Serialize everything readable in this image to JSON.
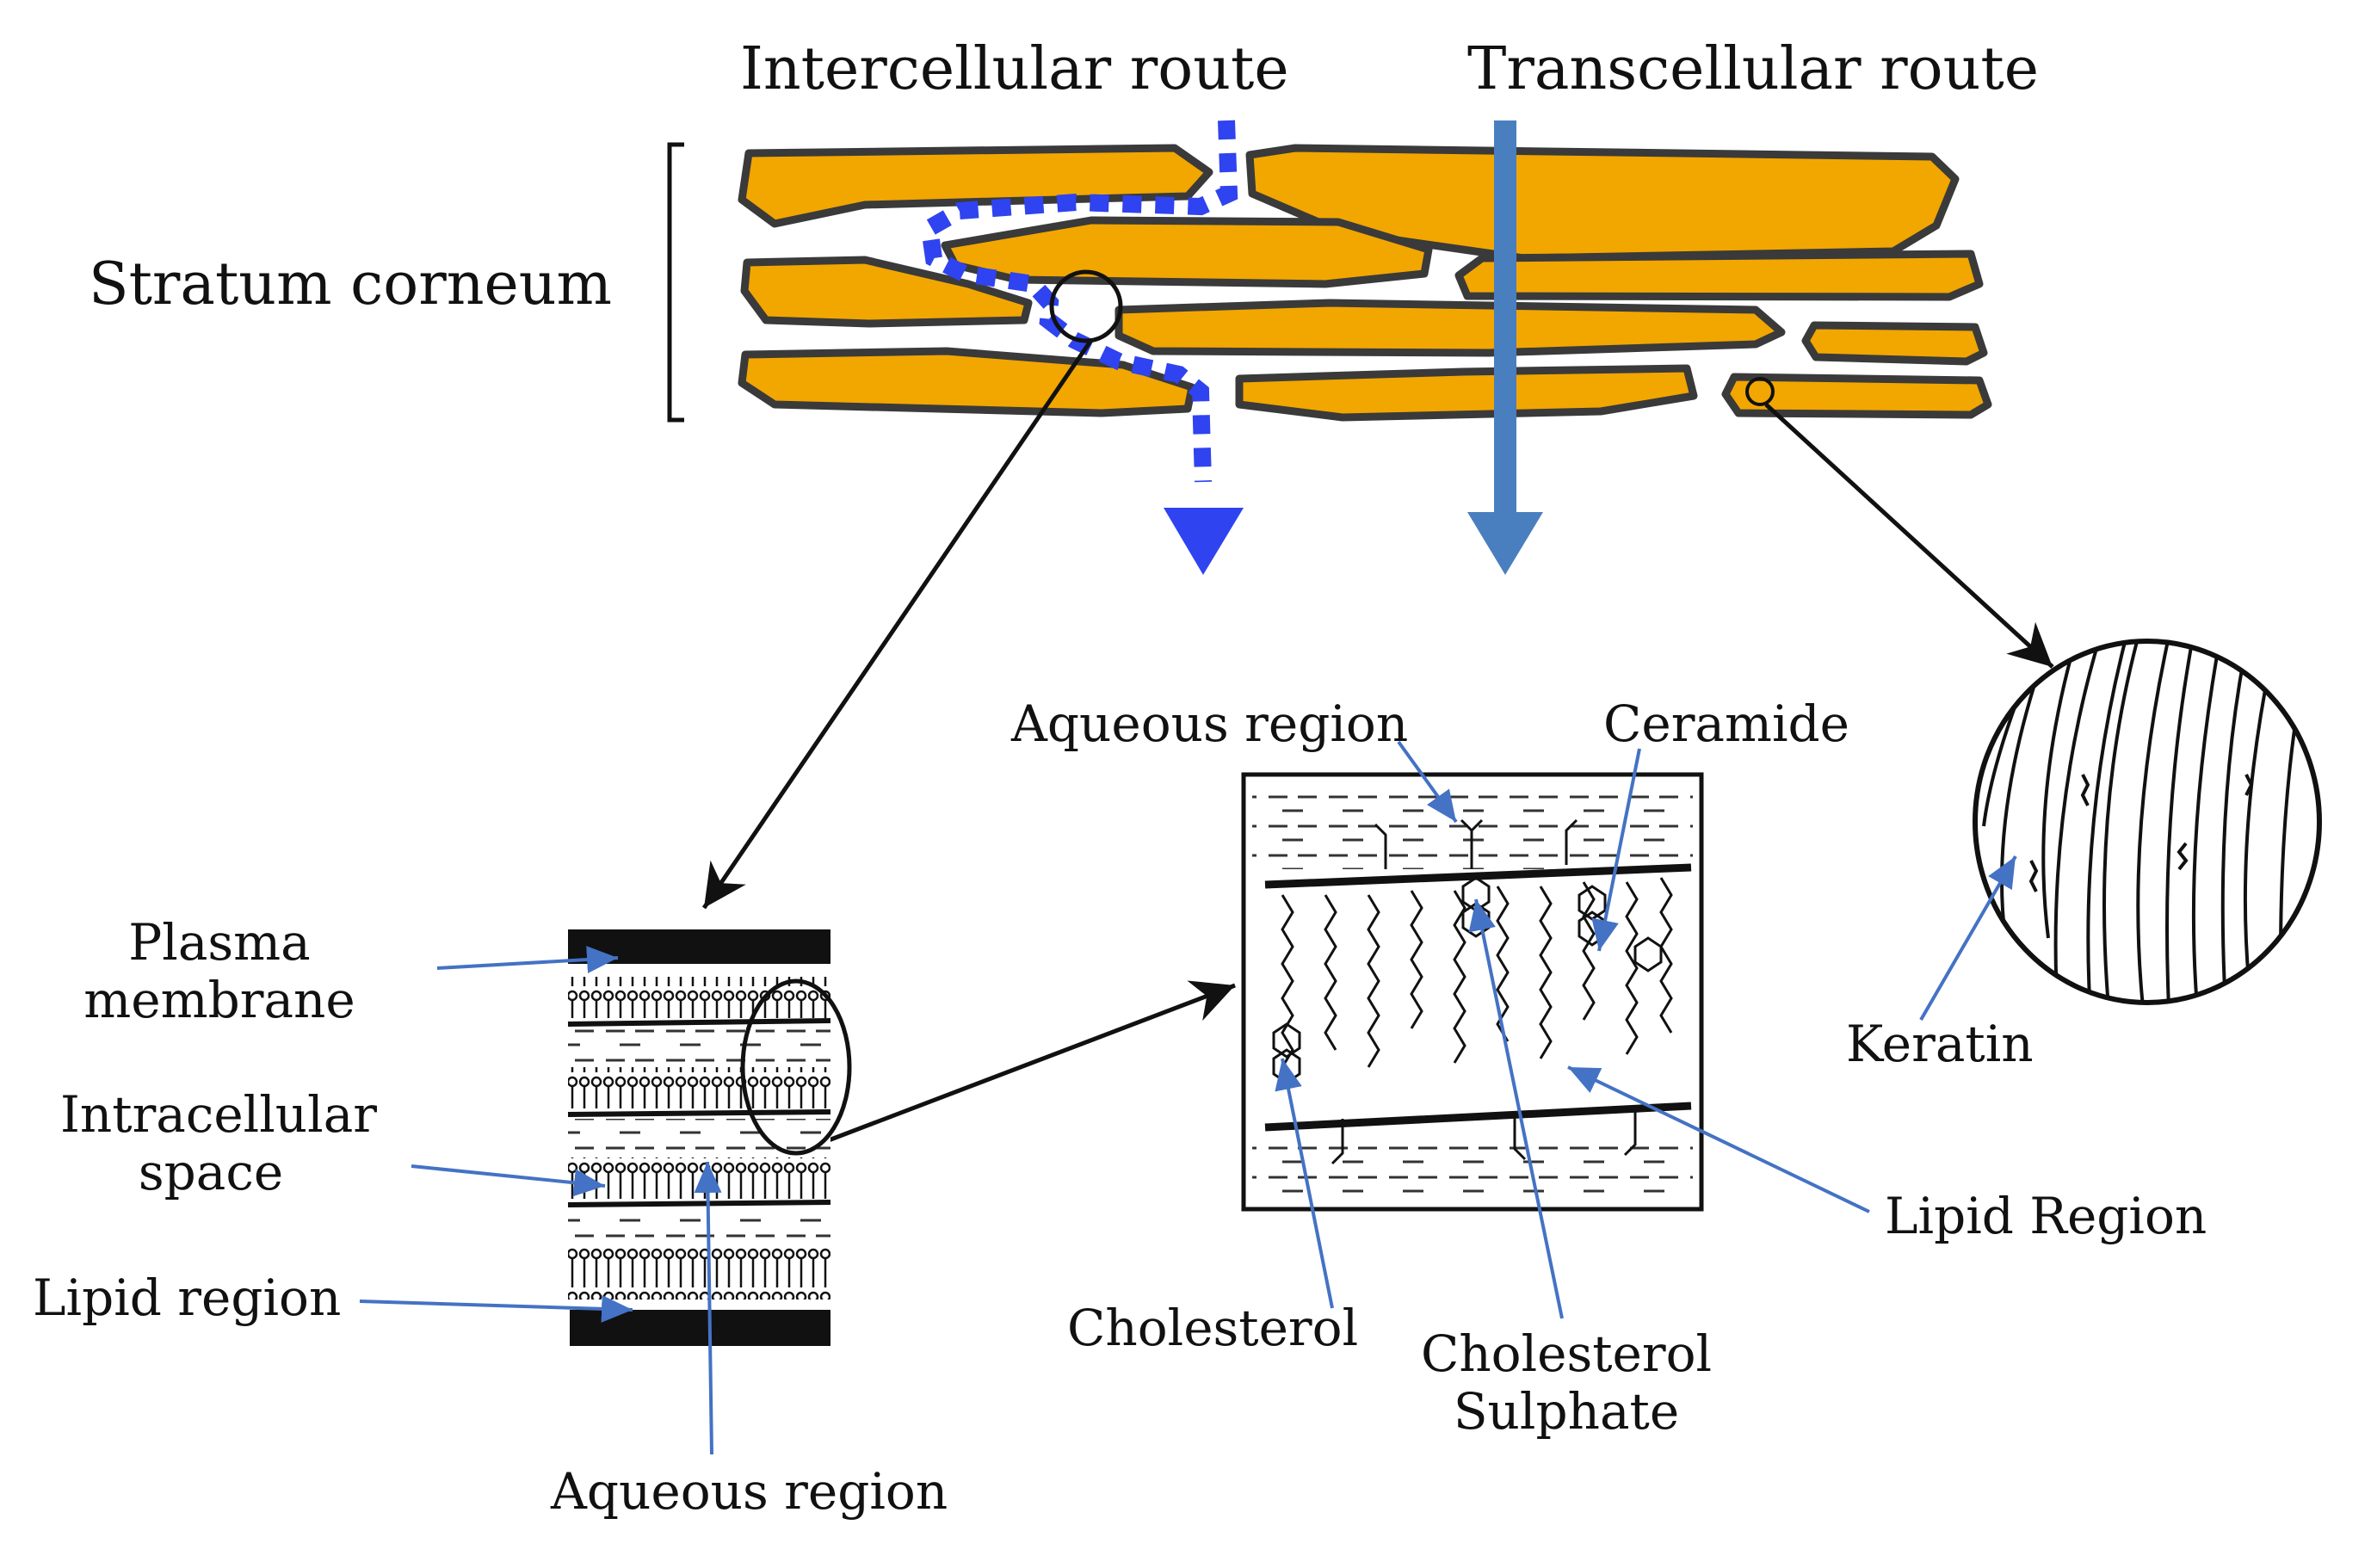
{
  "labels": {
    "intercellular_route": "Intercellular route",
    "transcellular_route": "Transcellular route",
    "stratum_corneum": "Stratum corneum",
    "plasma_membrane_1": "Plasma",
    "plasma_membrane_2": "membrane",
    "intracellular_space_1": "Intracellular",
    "intracellular_space_2": "space",
    "lipid_region_left": "Lipid region",
    "aqueous_region_bottom": "Aqueous region",
    "aqueous_region_top": "Aqueous region",
    "ceramide": "Ceramide",
    "cholesterol": "Cholesterol",
    "cholesterol_sulphate_1": "Cholesterol",
    "cholesterol_sulphate_2": "Sulphate",
    "lipid_region_right": "Lipid Region",
    "keratin": "Keratin"
  },
  "colors": {
    "corneocyte_fill": "#f2a600",
    "corneocyte_outline": "#3a3a3a",
    "intercellular_path": "#2f43f0",
    "transcellular_arrow": "#4a7fbf",
    "pointer_blue": "#4472c4",
    "pointer_black": "#111111"
  }
}
